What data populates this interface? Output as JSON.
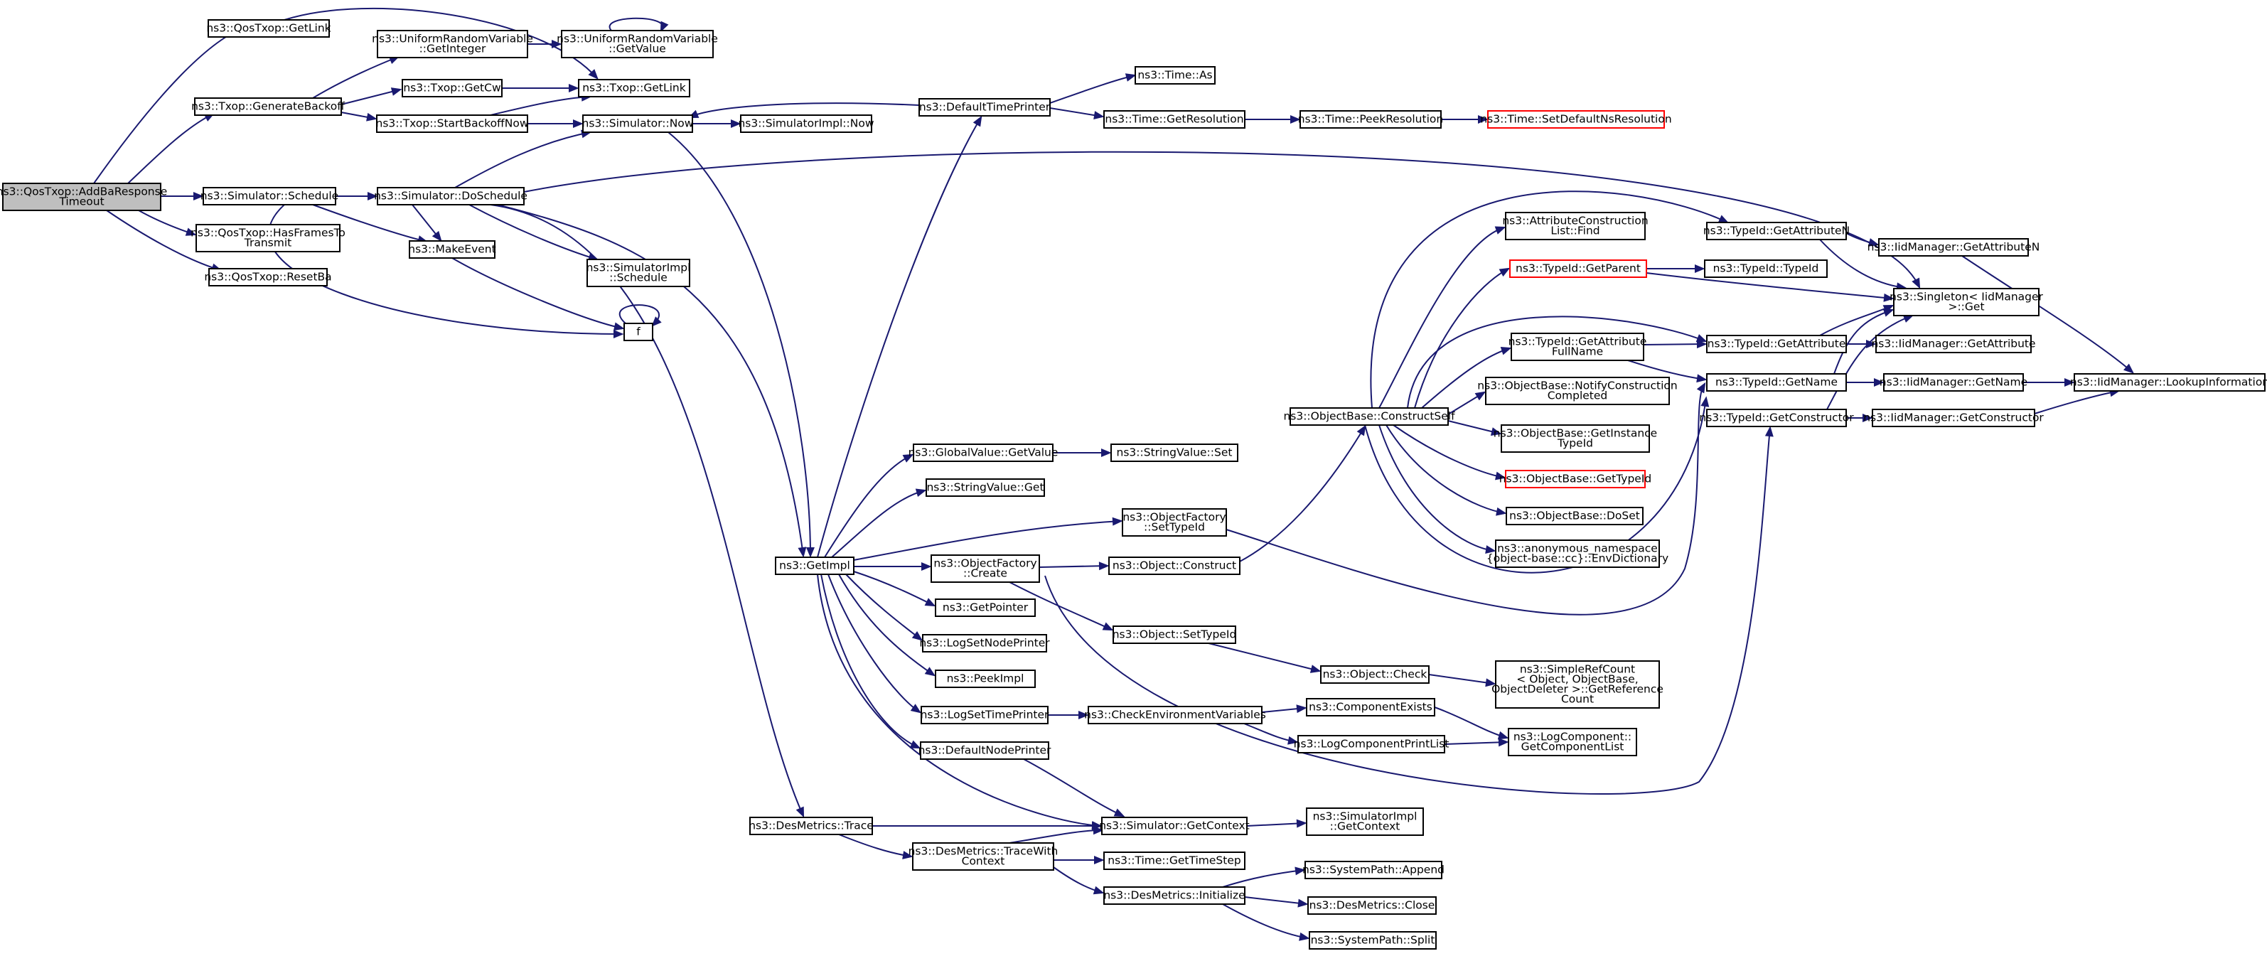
{
  "graph": {
    "edge_color": "#191970",
    "root_fill": "#bfbfbf",
    "missing_stroke": "#ff0000",
    "nodes": [
      {
        "id": "n0",
        "lines": [
          "ns3::QosTxop::AddBaResponse",
          "Timeout"
        ],
        "root": true
      },
      {
        "id": "n1",
        "lines": [
          "ns3::QosTxop::GetLink"
        ]
      },
      {
        "id": "n2",
        "lines": [
          "ns3::Txop::GetLink"
        ]
      },
      {
        "id": "n3",
        "lines": [
          "ns3::Txop::GenerateBackoff"
        ]
      },
      {
        "id": "n4",
        "lines": [
          "ns3::UniformRandomVariable",
          "::GetInteger"
        ]
      },
      {
        "id": "n5",
        "lines": [
          "ns3::UniformRandomVariable",
          "::GetValue"
        ]
      },
      {
        "id": "n6",
        "lines": [
          "ns3::Txop::GetCw"
        ]
      },
      {
        "id": "n7",
        "lines": [
          "ns3::Txop::StartBackoffNow"
        ]
      },
      {
        "id": "n8",
        "lines": [
          "ns3::Simulator::Now"
        ]
      },
      {
        "id": "n9",
        "lines": [
          "ns3::GetImpl"
        ]
      },
      {
        "id": "n10",
        "lines": [
          "ns3::DesMetrics::Trace"
        ]
      },
      {
        "id": "n11",
        "lines": [
          "ns3::Simulator::GetContext"
        ]
      },
      {
        "id": "n12",
        "lines": [
          "ns3::SimulatorImpl",
          "::GetContext"
        ]
      },
      {
        "id": "n13",
        "lines": [
          "ns3::DesMetrics::TraceWith",
          "Context"
        ]
      },
      {
        "id": "n14",
        "lines": [
          "ns3::DesMetrics::Initialize"
        ]
      },
      {
        "id": "n15",
        "lines": [
          "ns3::SystemPath::Append"
        ]
      },
      {
        "id": "n16",
        "lines": [
          "ns3::DesMetrics::Close"
        ]
      },
      {
        "id": "n17",
        "lines": [
          "ns3::SystemPath::Split"
        ]
      },
      {
        "id": "n18",
        "lines": [
          "ns3::Time::GetTimeStep"
        ]
      },
      {
        "id": "n19",
        "lines": [
          "ns3::DefaultNodePrinter"
        ]
      },
      {
        "id": "n20",
        "lines": [
          "ns3::DefaultTimePrinter"
        ]
      },
      {
        "id": "n21",
        "lines": [
          "ns3::Time::As"
        ]
      },
      {
        "id": "n22",
        "lines": [
          "ns3::Time::GetResolution"
        ]
      },
      {
        "id": "n23",
        "lines": [
          "ns3::Time::PeekResolution"
        ]
      },
      {
        "id": "n24",
        "lines": [
          "ns3::Time::SetDefaultNsResolution"
        ],
        "red": true
      },
      {
        "id": "n25",
        "lines": [
          "ns3::GlobalValue::GetValue"
        ]
      },
      {
        "id": "n26",
        "lines": [
          "ns3::StringValue::Set"
        ]
      },
      {
        "id": "n27",
        "lines": [
          "ns3::LogSetNodePrinter"
        ]
      },
      {
        "id": "n28",
        "lines": [
          "ns3::LogSetTimePrinter"
        ]
      },
      {
        "id": "n29",
        "lines": [
          "ns3::CheckEnvironmentVariables"
        ]
      },
      {
        "id": "n30",
        "lines": [
          "ns3::ComponentExists"
        ]
      },
      {
        "id": "n31",
        "lines": [
          "ns3::LogComponent::",
          "GetComponentList"
        ]
      },
      {
        "id": "n32",
        "lines": [
          "ns3::LogComponentPrintList"
        ]
      },
      {
        "id": "n33",
        "lines": [
          "ns3::ObjectFactory",
          "::Create"
        ]
      },
      {
        "id": "n34",
        "lines": [
          "ns3::Object::Construct"
        ]
      },
      {
        "id": "n35",
        "lines": [
          "ns3::ObjectBase::ConstructSelf"
        ]
      },
      {
        "id": "n36",
        "lines": [
          "ns3::anonymous_namespace",
          "{object-base::cc}::EnvDictionary"
        ]
      },
      {
        "id": "n37",
        "lines": [
          "ns3::AttributeConstruction",
          "List::Find"
        ]
      },
      {
        "id": "n38",
        "lines": [
          "ns3::ObjectBase::DoSet"
        ]
      },
      {
        "id": "n39",
        "lines": [
          "ns3::ObjectBase::GetInstance",
          "TypeId"
        ]
      },
      {
        "id": "n40",
        "lines": [
          "ns3::ObjectBase::GetTypeId"
        ],
        "red": true
      },
      {
        "id": "n41",
        "lines": [
          "ns3::ObjectBase::NotifyConstruction",
          "Completed"
        ]
      },
      {
        "id": "n42",
        "lines": [
          "ns3::TypeId::GetAttribute"
        ]
      },
      {
        "id": "n43",
        "lines": [
          "ns3::IidManager::GetAttribute"
        ]
      },
      {
        "id": "n44",
        "lines": [
          "ns3::Singleton< IidManager",
          " >::Get"
        ]
      },
      {
        "id": "n45",
        "lines": [
          "ns3::TypeId::GetAttribute",
          "FullName"
        ]
      },
      {
        "id": "n46",
        "lines": [
          "ns3::TypeId::GetName"
        ]
      },
      {
        "id": "n47",
        "lines": [
          "ns3::IidManager::GetName"
        ]
      },
      {
        "id": "n48",
        "lines": [
          "ns3::IidManager::LookupInformation"
        ]
      },
      {
        "id": "n49",
        "lines": [
          "ns3::TypeId::GetAttributeN"
        ]
      },
      {
        "id": "n50",
        "lines": [
          "ns3::IidManager::GetAttributeN"
        ]
      },
      {
        "id": "n51",
        "lines": [
          "ns3::TypeId::GetParent"
        ],
        "red": true
      },
      {
        "id": "n52",
        "lines": [
          "ns3::TypeId::TypeId"
        ]
      },
      {
        "id": "n53",
        "lines": [
          "ns3::TypeId::GetConstructor"
        ]
      },
      {
        "id": "n54",
        "lines": [
          "ns3::IidManager::GetConstructor"
        ]
      },
      {
        "id": "n55",
        "lines": [
          "ns3::Object::SetTypeId"
        ]
      },
      {
        "id": "n56",
        "lines": [
          "ns3::Object::Check"
        ]
      },
      {
        "id": "n57",
        "lines": [
          "ns3::SimpleRefCount",
          "< Object, ObjectBase,",
          "ObjectDeleter >::GetReference",
          "Count"
        ]
      },
      {
        "id": "n58",
        "lines": [
          "ns3::GetPointer"
        ]
      },
      {
        "id": "n59",
        "lines": [
          "ns3::PeekImpl"
        ]
      },
      {
        "id": "n60",
        "lines": [
          "ns3::ObjectFactory",
          "::SetTypeId"
        ]
      },
      {
        "id": "n61",
        "lines": [
          "ns3::StringValue::Get"
        ]
      },
      {
        "id": "n62",
        "lines": [
          "ns3::SimulatorImpl::Now"
        ]
      },
      {
        "id": "n63",
        "lines": [
          "ns3::QosTxop::HasFramesTo",
          "Transmit"
        ]
      },
      {
        "id": "n64",
        "lines": [
          "ns3::QosTxop::ResetBa"
        ]
      },
      {
        "id": "n65",
        "lines": [
          "ns3::Simulator::Schedule"
        ]
      },
      {
        "id": "n66",
        "lines": [
          "ns3::MakeEvent"
        ]
      },
      {
        "id": "n67",
        "lines": [
          "f"
        ]
      },
      {
        "id": "n68",
        "lines": [
          "ns3::Simulator::DoSchedule"
        ]
      },
      {
        "id": "n69",
        "lines": [
          "ns3::SimulatorImpl",
          "::Schedule"
        ]
      }
    ]
  }
}
